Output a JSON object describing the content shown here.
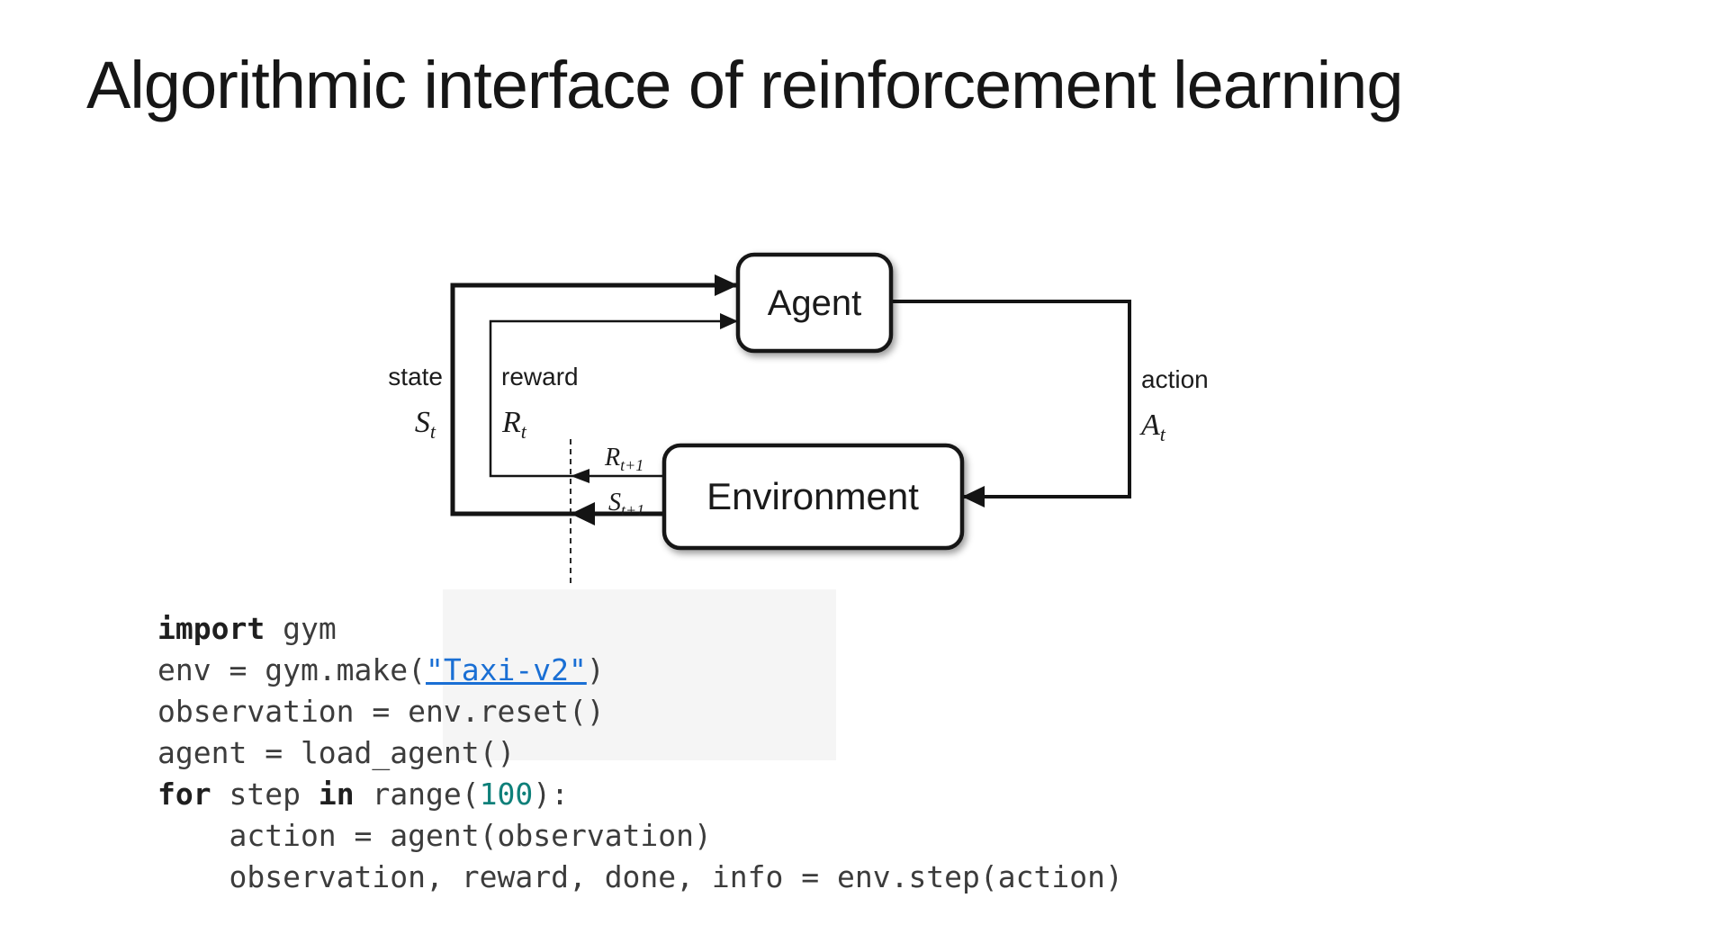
{
  "slide": {
    "title": "Algorithmic interface of reinforcement learning"
  },
  "diagram": {
    "agent_label": "Agent",
    "environment_label": "Environment",
    "state_label": "state",
    "state_symbol": {
      "base": "S",
      "sub": "t"
    },
    "reward_label": "reward",
    "reward_symbol": {
      "base": "R",
      "sub": "t"
    },
    "next_reward_symbol": {
      "base": "R",
      "sub": "t+1"
    },
    "next_state_symbol": {
      "base": "S",
      "sub": "t+1"
    },
    "action_label": "action",
    "action_symbol": {
      "base": "A",
      "sub": "t"
    },
    "line_color": "#141414"
  },
  "code": {
    "colors": {
      "keyword": "#1f1f1f",
      "plain": "#3c3c3c",
      "link": "#1a6fd4",
      "number": "#0f807a"
    },
    "lines": [
      [
        {
          "t": "import",
          "c": "kw"
        },
        {
          "t": " gym",
          "c": "pl"
        }
      ],
      [
        {
          "t": "env = gym.make(",
          "c": "pl"
        },
        {
          "t": "\"Taxi-v2\"",
          "c": "link"
        },
        {
          "t": ")",
          "c": "pl"
        }
      ],
      [
        {
          "t": "observation = env.reset()",
          "c": "pl"
        }
      ],
      [
        {
          "t": "agent = load_agent()",
          "c": "pl"
        }
      ],
      [
        {
          "t": "for",
          "c": "kw"
        },
        {
          "t": " step ",
          "c": "pl"
        },
        {
          "t": "in",
          "c": "kw"
        },
        {
          "t": " range(",
          "c": "pl"
        },
        {
          "t": "100",
          "c": "num"
        },
        {
          "t": "):",
          "c": "pl"
        }
      ],
      [
        {
          "t": "    action = agent(observation)",
          "c": "pl"
        }
      ],
      [
        {
          "t": "    observation, reward, done, info = env.step(action)",
          "c": "pl"
        }
      ]
    ]
  }
}
